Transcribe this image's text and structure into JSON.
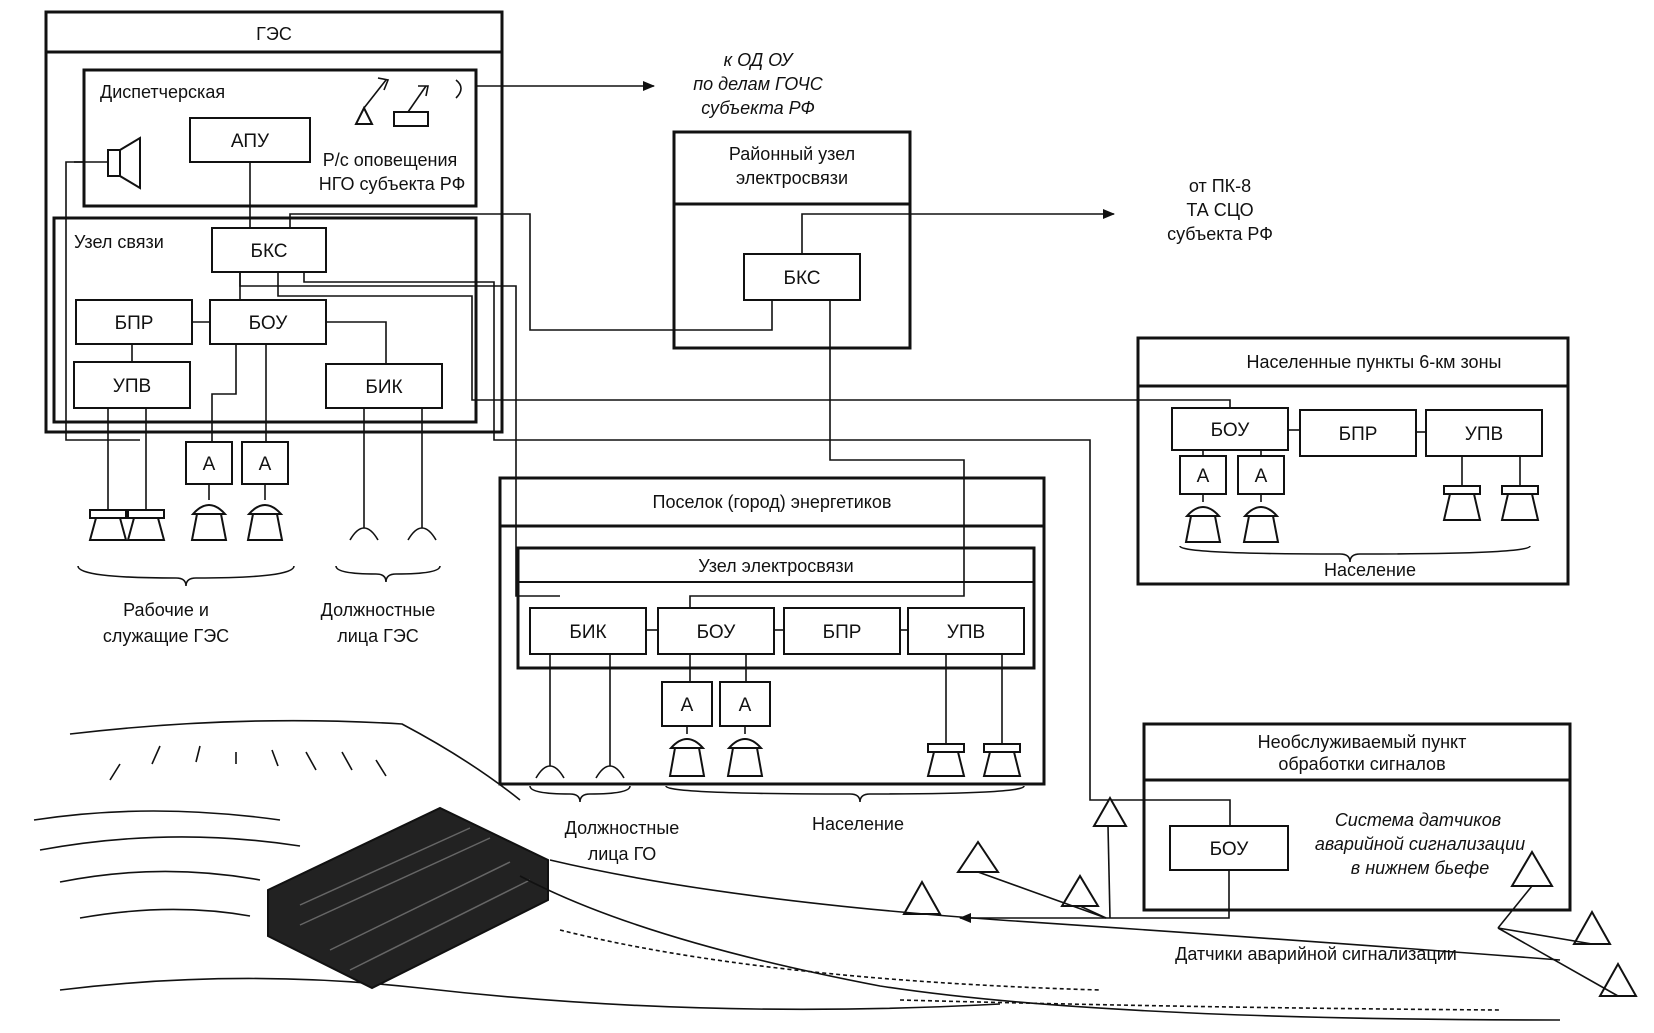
{
  "blocks": {
    "hpp": {
      "title": "ГЭС",
      "dispatch": "Диспетчерская",
      "apu": "АПУ",
      "radio_line1": "Р/с оповещения",
      "radio_line2": "НГО субъекта РФ",
      "comm_node": "Узел связи",
      "bks": "БКС",
      "bpr": "БПР",
      "bou": "БОУ",
      "upv": "УПВ",
      "bik": "БИК",
      "amp1": "А",
      "amp2": "А",
      "workers_line1": "Рабочие и",
      "workers_line2": "служащие ГЭС",
      "officials_line1": "Должностные",
      "officials_line2": "лица  ГЭС"
    },
    "od_ou": {
      "line1": "к ОД ОУ",
      "line2": "по делам ГОЧС",
      "line3": "субъекта РФ"
    },
    "district": {
      "title_line1": "Районный узел",
      "title_line2": "электросвязи",
      "bks": "БКС"
    },
    "pk8": {
      "line1": "от ПК-8",
      "line2": "ТА СЦО",
      "line3": "субъекта РФ"
    },
    "zone6km": {
      "title": "Населенные пункты 6-км зоны",
      "bou": "БОУ",
      "bpr": "БПР",
      "upv": "УПВ",
      "amp1": "А",
      "amp2": "А",
      "population": "Население"
    },
    "settlement": {
      "title": "Поселок (город) энергетиков",
      "node": "Узел электросвязи",
      "bik": "БИК",
      "bou": "БОУ",
      "bpr": "БПР",
      "upv": "УПВ",
      "amp1": "А",
      "amp2": "А",
      "officials_line1": "Должностные",
      "officials_line2": "лица  ГО",
      "population": "Население"
    },
    "unattended": {
      "title_line1": "Необслуживаемый пункт",
      "title_line2": "обработки сигналов",
      "bou": "БОУ",
      "sensors_line1": "Система датчиков",
      "sensors_line2": "аварийной сигнализации",
      "sensors_line3": "в нижнем бьефе",
      "alarm_sensors": "Датчики аварийной сигнализации"
    }
  }
}
